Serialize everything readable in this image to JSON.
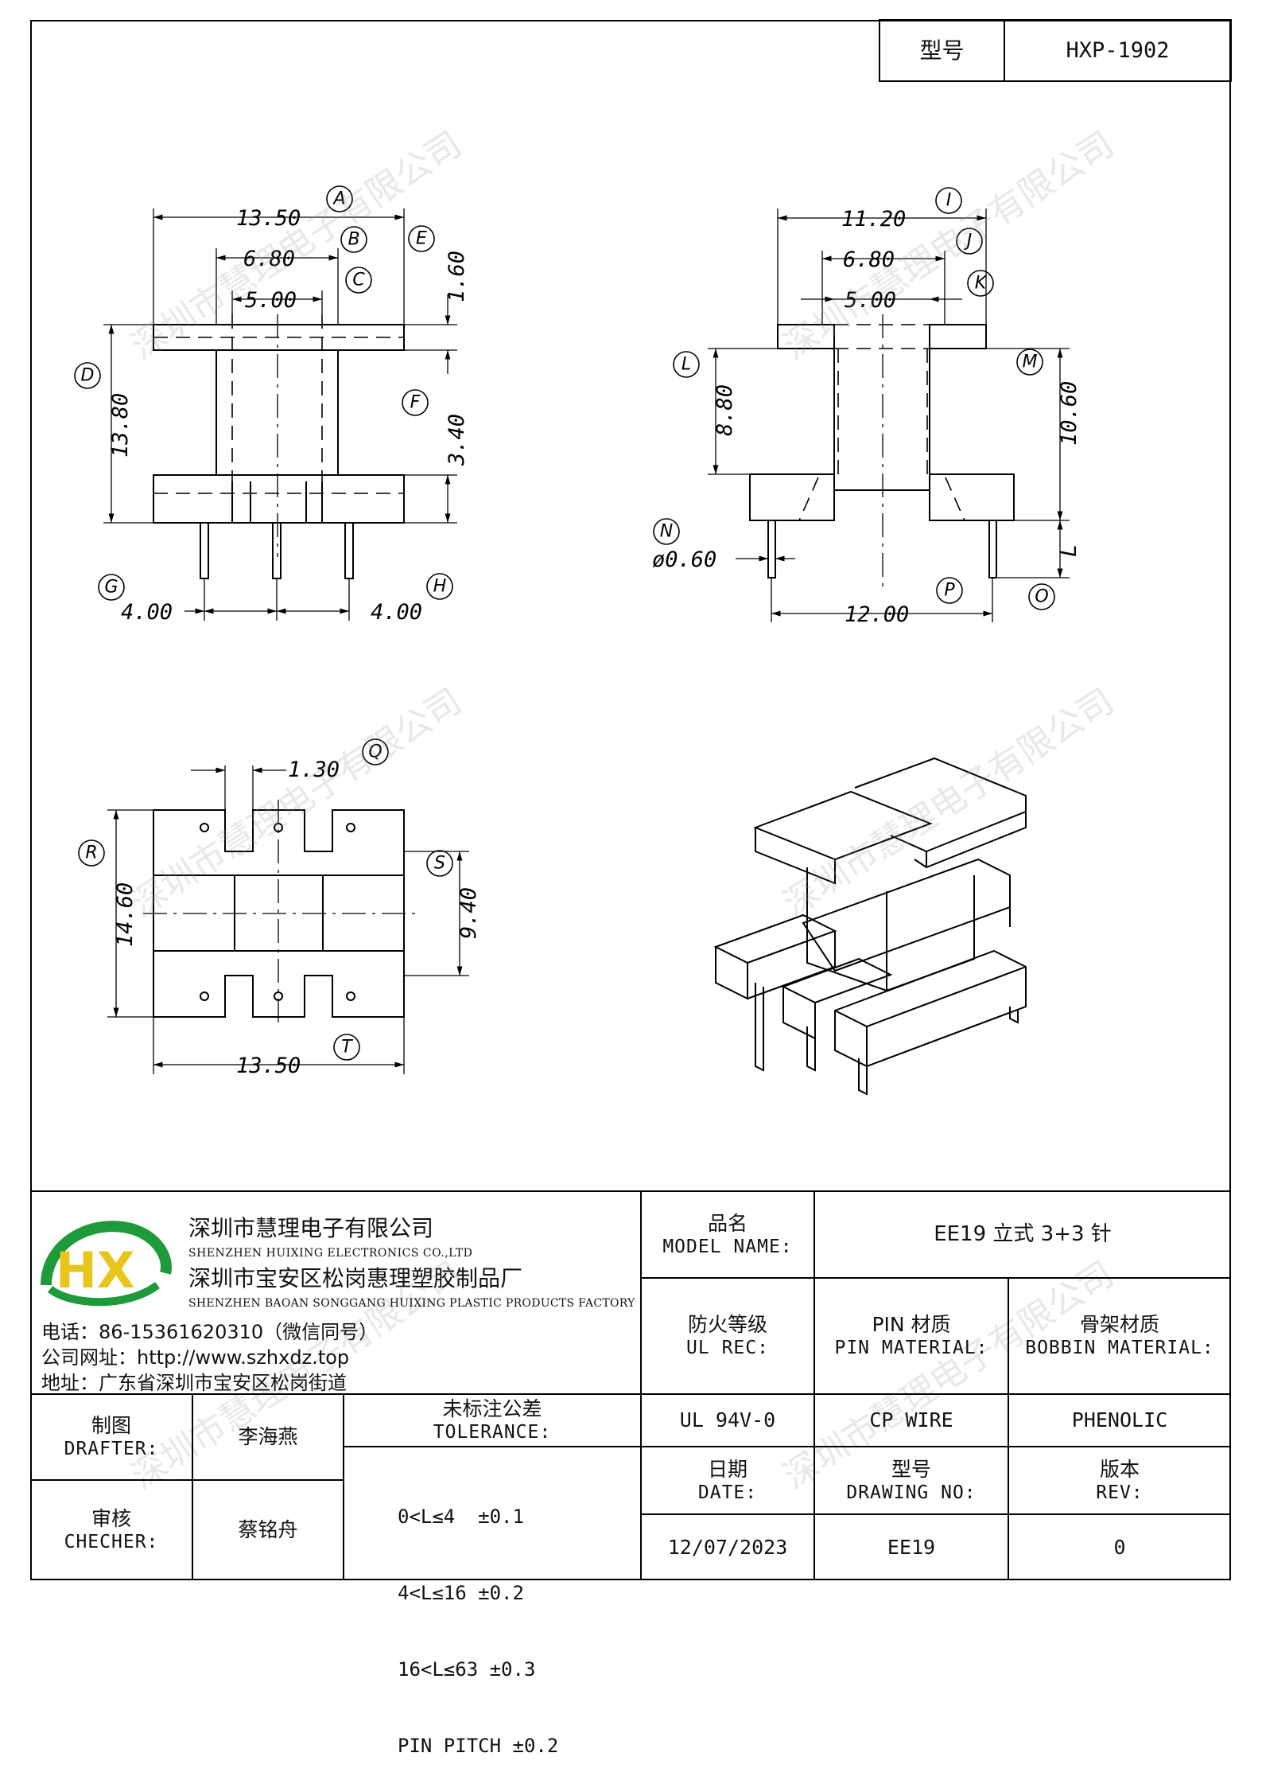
{
  "header": {
    "model_label": "型号",
    "model_value": "HXP-1902"
  },
  "watermark": "深圳市慧理电子有限公司",
  "views": {
    "front": {
      "dim_A": "13.50",
      "circle_A": "A",
      "dim_B": "6.80",
      "circle_B": "B",
      "dim_C": "5.00",
      "circle_C": "C",
      "dim_D": "13.80",
      "circle_D": "D",
      "dim_E": "1.60",
      "circle_E": "E",
      "dim_F": "3.40",
      "circle_F": "F",
      "dim_G": "4.00",
      "circle_G": "G",
      "dim_H": "4.00",
      "circle_H": "H"
    },
    "side": {
      "dim_I": "11.20",
      "circle_I": "I",
      "dim_J": "6.80",
      "circle_J": "J",
      "dim_K": "5.00",
      "circle_K": "K",
      "dim_L": "8.80",
      "circle_L": "L",
      "dim_M": "10.60",
      "circle_M": "M",
      "dim_N": "ø0.60",
      "circle_N": "N",
      "dim_O": "L",
      "circle_O": "O",
      "dim_P": "12.00",
      "circle_P": "P"
    },
    "bottom": {
      "dim_Q": "1.30",
      "circle_Q": "Q",
      "dim_R": "14.60",
      "circle_R": "R",
      "dim_S": "9.40",
      "circle_S": "S",
      "dim_T": "13.50",
      "circle_T": "T"
    }
  },
  "title_block": {
    "company_cn": "深圳市慧理电子有限公司",
    "company_en": "SHENZHEN HUIXING ELECTRONICS CO.,LTD",
    "factory_cn": "深圳市宝安区松岗惠理塑胶制品厂",
    "factory_en": "SHENZHEN BAOAN SONGGANG HUIXING PLASTIC PRODUCTS FACTORY",
    "phone": "电话：86-15361620310（微信同号）",
    "website": "公司网址：http://www.szhxdz.top",
    "address": "地址：广东省深圳市宝安区松岗街道",
    "logo_text": "HX",
    "logo_colors": {
      "green": "#1e9a3a",
      "yellow": "#e8c51a"
    },
    "model_name_cn": "品名",
    "model_name_en": "MODEL NAME:",
    "model_name_value": "EE19 立式 3+3 针",
    "ul_cn": "防火等级",
    "ul_en": "UL REC:",
    "pin_mat_cn": "PIN 材质",
    "pin_mat_en": "PIN MATERIAL:",
    "bobbin_mat_cn": "骨架材质",
    "bobbin_mat_en": "BOBBIN MATERIAL:",
    "ul_value": "UL 94V-0",
    "pin_value": "CP WIRE",
    "bobbin_value": "PHENOLIC",
    "drafter_cn": "制图",
    "drafter_en": "DRAFTER:",
    "drafter_name": "李海燕",
    "checker_cn": "审核",
    "checker_en": "CHECHER:",
    "checker_name": "蔡铭舟",
    "tolerance_cn": "未标注公差",
    "tolerance_en": "TOLERANCE:",
    "tolerance_lines": [
      "0<L≤4  ±0.1",
      "4<L≤16 ±0.2",
      "16<L≤63 ±0.3",
      "PIN PITCH ±0.2"
    ],
    "date_cn": "日期",
    "date_en": "DATE:",
    "drawing_no_cn": "型号",
    "drawing_no_en": "DRAWING NO:",
    "rev_cn": "版本",
    "rev_en": "REV:",
    "date_value": "12/07/2023",
    "drawing_no_value": "EE19",
    "rev_value": "0"
  }
}
